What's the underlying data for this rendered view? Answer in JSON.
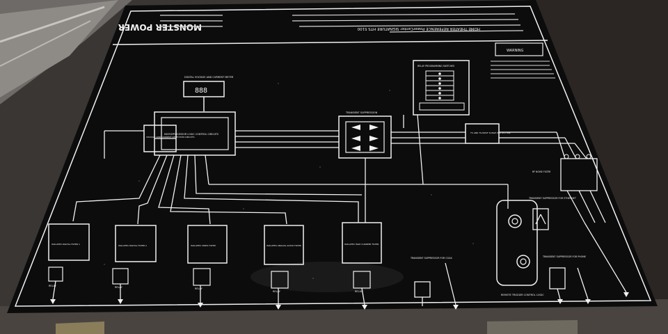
{
  "photo": {
    "subject": "panel-schematic-photo",
    "colors": {
      "panel": "#0c0c0c",
      "ink": "#f2f2f2",
      "background": "#3a3634",
      "shelf": "#4a4440"
    }
  },
  "panel": {
    "brand": "MONSTER POWER",
    "model_line": "HOME THEATER REFERENCE PowerCenter SIGNATURE HTS 5100",
    "display_label": "DIGITAL VOLTAGE AND CURRENT METER",
    "display_digits": "888",
    "micro_label": "MICROPROCESSOR LOGIC CONTROL CIRCUITS",
    "detect_label": "VOLTAGE AND CURRENT DETECTION CIRCUITS",
    "surge_center_label": "TRANSIENT SUPPRESSION",
    "surge_right_label": "TS AND TS-MOSF SURGE PROTECTION",
    "relay_box_title": "RELAY PROGRAMMING SWITCHES",
    "warning_label": "WARNING",
    "rf_label": "RF NOISE FILTER",
    "filters": [
      {
        "title": "ISOLATED DIGITAL FILTER 1",
        "relay": "RELAY"
      },
      {
        "title": "ISOLATED DIGITAL FILTER 2",
        "relay": "RELAY"
      },
      {
        "title": "ISOLATED VIDEO FILTER",
        "relay": "RELAY"
      },
      {
        "title": "ISOLATED ANALOG AUDIO FILTER",
        "relay": "RELAY"
      },
      {
        "title": "ISOLATED HIGH CURRENT FILTER",
        "relay": "RELAY"
      }
    ],
    "trigger_label": "REMOTE TRIGGER CONTROL LOGIC",
    "ethernet_label": "TRANSIENT SUPPRESSOR FOR ETHERNET",
    "phone_label": "TRANSIENT SUPPRESSOR FOR PHONE",
    "coax_label": "TRANSIENT SUPPRESSOR FOR COAX"
  }
}
